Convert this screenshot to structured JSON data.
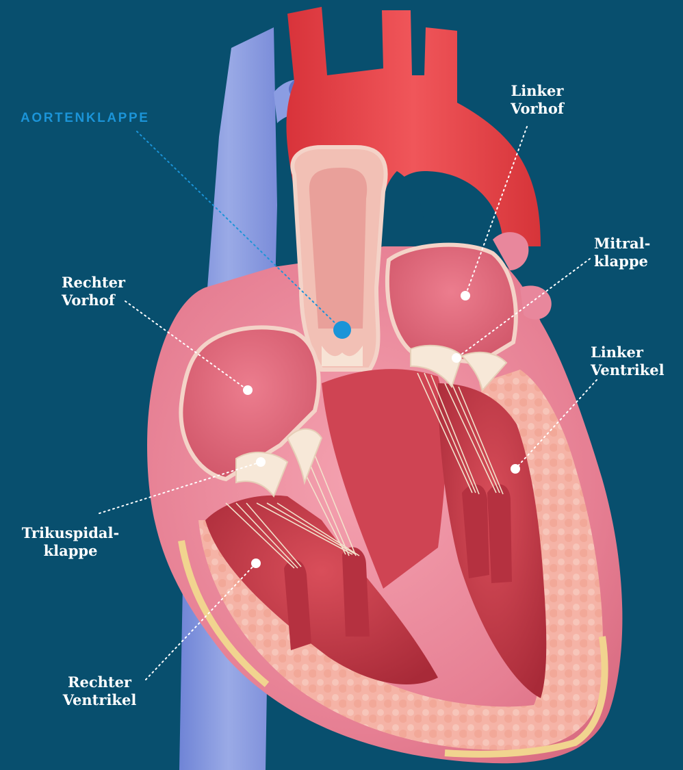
{
  "colors": {
    "background": "#084f6e",
    "accent": "#1b94d8",
    "label_text": "#ffffff",
    "leader_line": "#ffffff"
  },
  "labels": {
    "aortenklappe": "AORTENKLAPPE",
    "linker_vorhof": [
      "Linker",
      "Vorhof"
    ],
    "mitralklappe": [
      "Mitral-",
      "klappe"
    ],
    "rechter_vorhof": [
      "Rechter",
      "Vorhof"
    ],
    "linker_ventrikel": [
      "Linker",
      "Ventrikel"
    ],
    "trikuspidalklappe": [
      "Trikuspidal-",
      "klappe"
    ],
    "rechter_ventrikel": [
      "Rechter",
      "Ventrikel"
    ]
  }
}
